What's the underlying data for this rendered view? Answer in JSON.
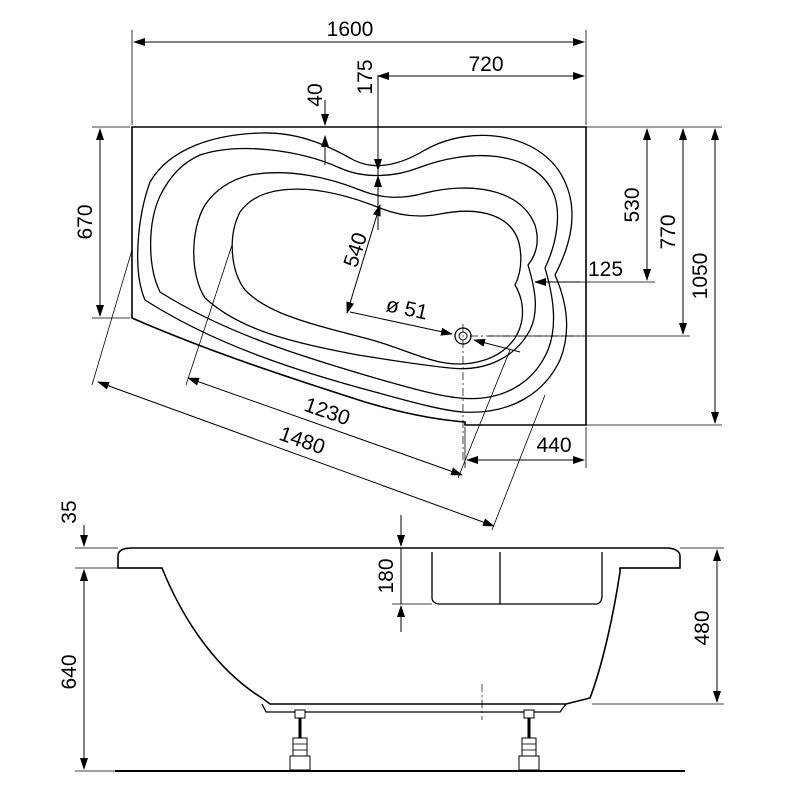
{
  "top_view": {
    "width_total": "1600",
    "offset_right": "720",
    "rim_gap": "40",
    "waist_offset": "175",
    "left_height": "670",
    "inner_depth": "540",
    "drain_diameter": "ø 51",
    "right_height_530": "530",
    "right_height_770": "770",
    "right_height_1050": "1050",
    "ledge_125": "125",
    "diagonal_1230": "1230",
    "diagonal_1480": "1480",
    "bottom_440": "440"
  },
  "side_view": {
    "rim_thickness": "35",
    "seat_depth": "180",
    "total_height": "640",
    "tub_depth": "480"
  }
}
